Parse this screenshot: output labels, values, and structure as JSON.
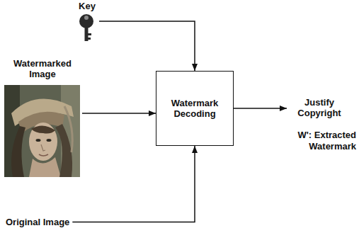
{
  "diagram": {
    "nodes": [
      {
        "text": [
          "Key"
        ]
      },
      {
        "text": [
          "Watermarked Image"
        ]
      },
      {
        "text": [
          "Watermark Decoding"
        ]
      },
      {
        "text": [
          "Justify Copyright"
        ]
      },
      {
        "text": [
          "Original Image"
        ]
      }
    ],
    "edges": [
      {
        "from": 0,
        "to": 2,
        "arrow": "to"
      },
      {
        "from": 1,
        "to": 2,
        "arrow": "to"
      },
      {
        "from": 4,
        "to": 2,
        "arrow": "to"
      },
      {
        "from": 2,
        "to": 3,
        "arrow": "to"
      }
    ],
    "labels": [
      "W': Extracted Watermark"
    ]
  }
}
